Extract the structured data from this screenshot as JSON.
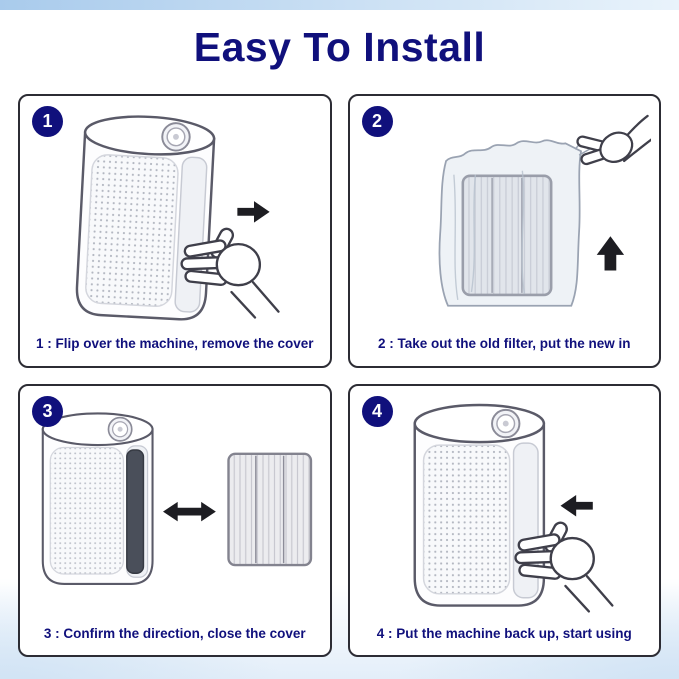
{
  "page": {
    "title": "Easy To Install"
  },
  "steps": [
    {
      "number": "1",
      "caption": "1 : Flip over the machine, remove the cover",
      "illustration": "air purifier tilted with hand pulling side cover, small arrow pointing right"
    },
    {
      "number": "2",
      "caption": "2 : Take out the old filter, put the new in",
      "illustration": "hand holding transparent bag containing pleated filter, small arrow pointing up"
    },
    {
      "number": "3",
      "caption": "3 : Confirm the direction, close the cover",
      "illustration": "air purifier with open filter slot, double-headed arrow, pleated filter panel"
    },
    {
      "number": "4",
      "caption": "4 : Put the machine back up, start using",
      "illustration": "upright air purifier with hand closing side cover, small arrow pointing left"
    }
  ],
  "icons": {
    "arrow_right_icon": "➜",
    "arrow_left_icon": "⬅",
    "arrow_up_icon": "⬆",
    "arrow_double_horizontal_icon": "⬌",
    "hand_icon": "line-art hand",
    "air_purifier_icon": "oval-top purifier with dotted grille and round control dial",
    "filter_icon": "pleated filter panel with three sections",
    "plastic_bag_icon": "translucent plastic bag"
  },
  "colors": {
    "navy": "#10107c",
    "panel_border": "#2c2c34",
    "arrow": "#1d1d22",
    "top_strip_start": "#a9cbec",
    "top_strip_end": "#e9f3fb",
    "bg_fade": "#cfe2f4"
  }
}
